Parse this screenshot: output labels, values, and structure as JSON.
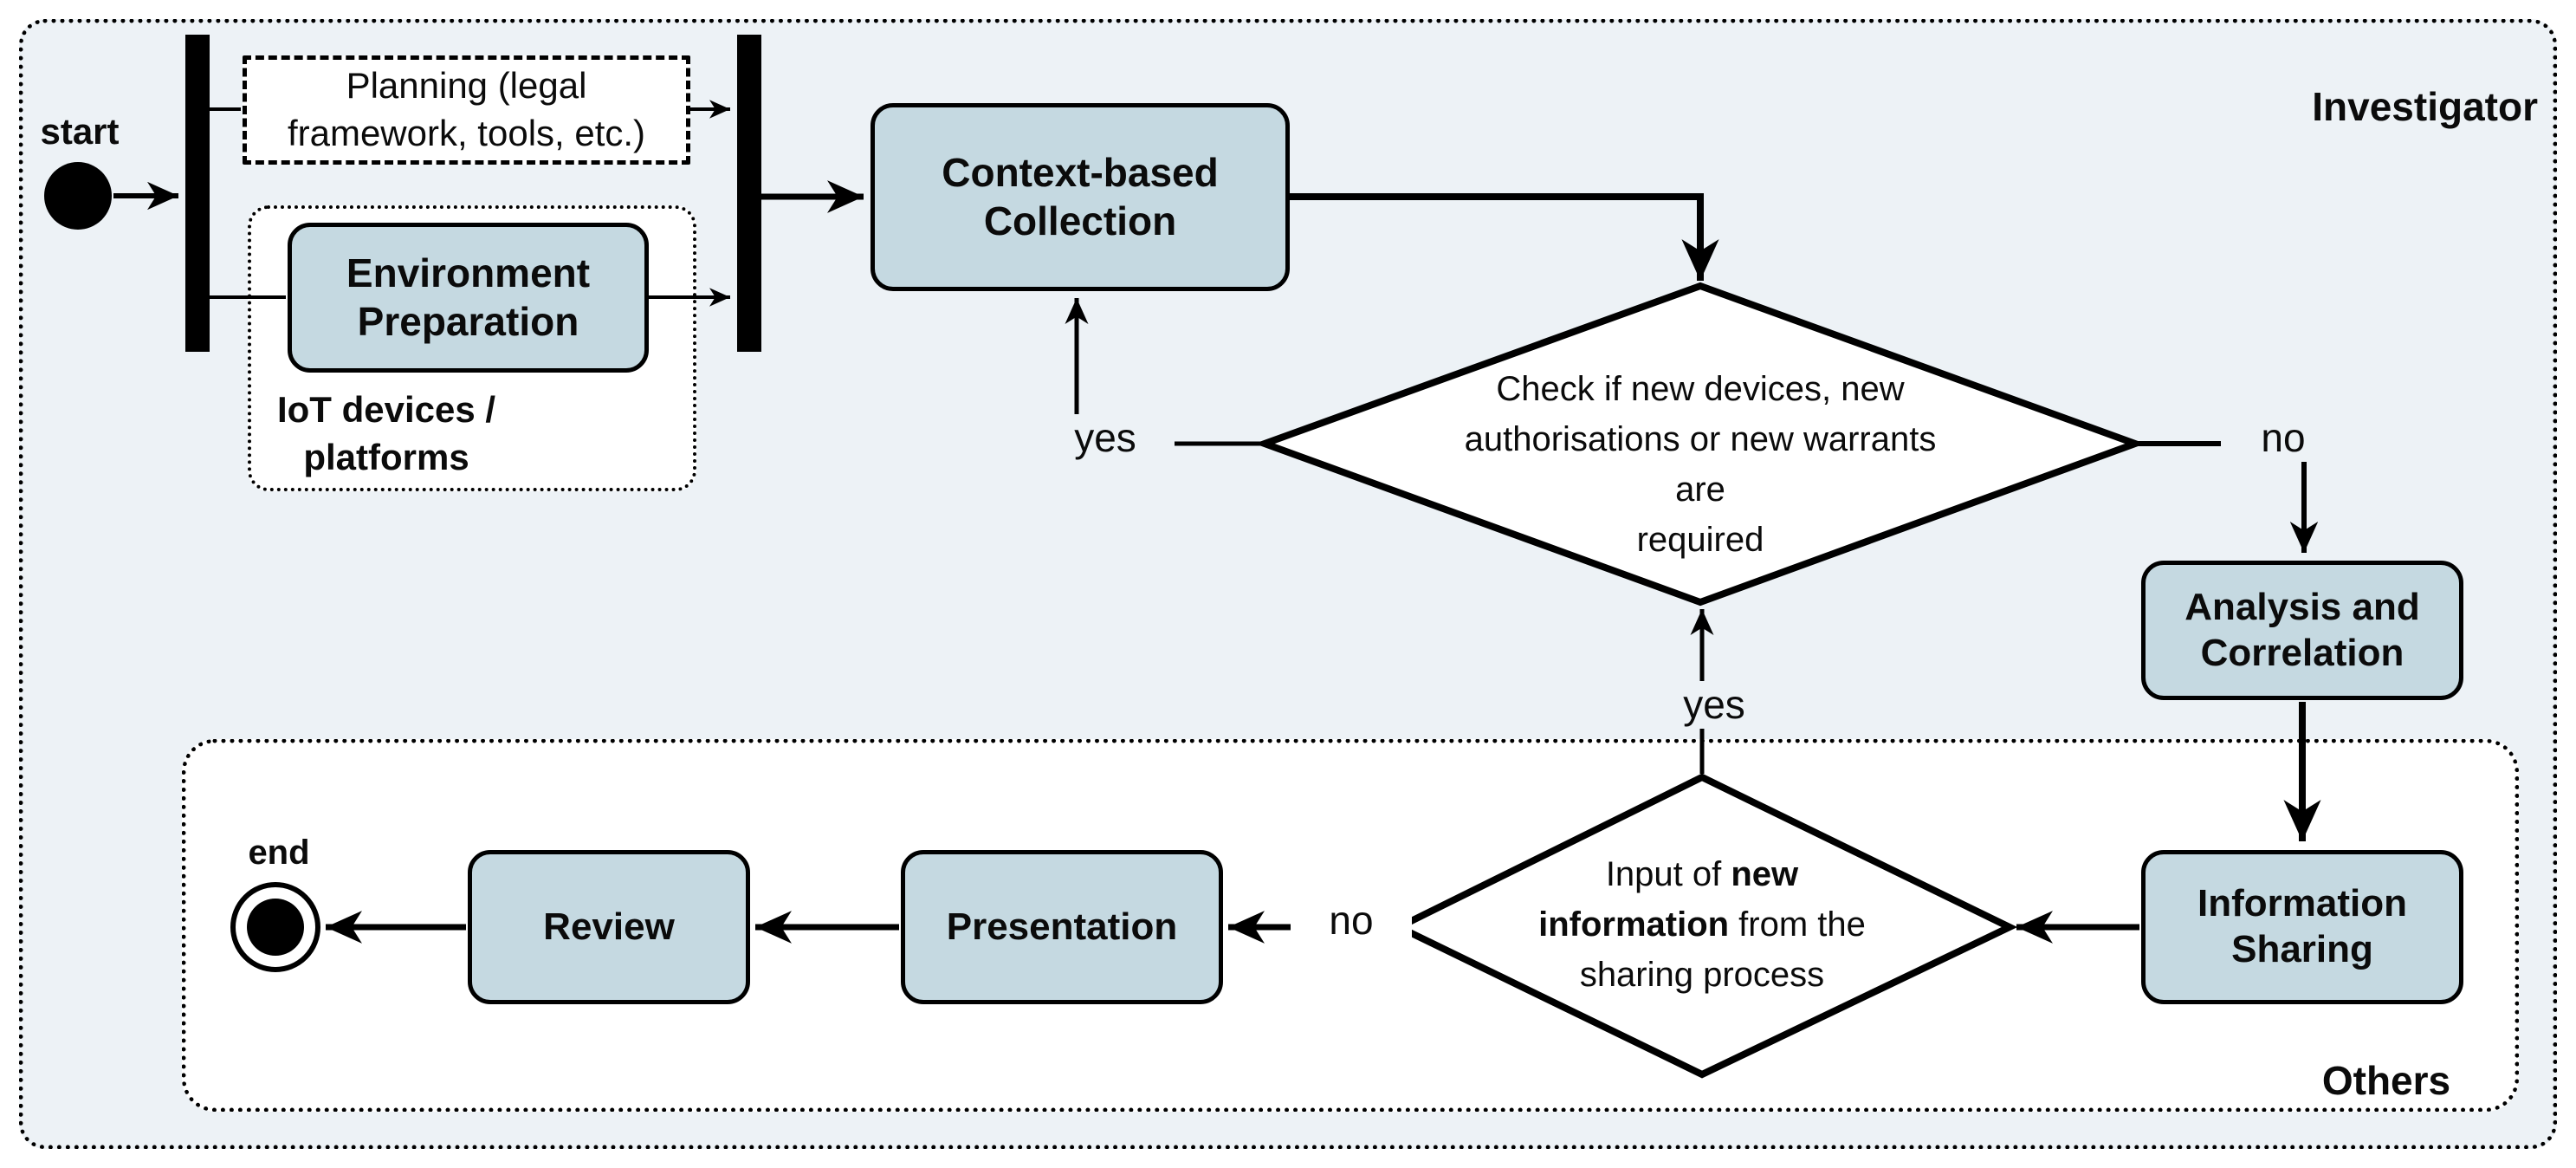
{
  "diagram": {
    "title_partitions": {
      "investigator": "Investigator",
      "others": "Others"
    },
    "start": {
      "label": "start"
    },
    "end": {
      "label": "end"
    },
    "activities": {
      "planning": "Planning (legal framework, tools, etc.)",
      "environment_preparation": "Environment Preparation",
      "iot_note": "IoT devices / platforms",
      "context_collection": "Context-based Collection",
      "analysis_correlation": "Analysis and Correlation",
      "information_sharing": "Information Sharing",
      "presentation": "Presentation",
      "review": "Review"
    },
    "decision_new_requirements": {
      "lines": [
        "Check if new devices, new",
        "authorisations or new warrants are",
        "required"
      ],
      "yes_label": "yes",
      "no_label": "no"
    },
    "decision_new_information": {
      "line1_normal": "Input of ",
      "line1_bold": "new",
      "line2_bold": "information",
      "line2_normal": " from the",
      "line3": "sharing process",
      "yes_label": "yes",
      "no_label": "no"
    },
    "colors": {
      "background": "#edf2f6",
      "node_fill": "#c5d9e1",
      "container_fill": "#ffffff",
      "line": "#000000"
    }
  }
}
